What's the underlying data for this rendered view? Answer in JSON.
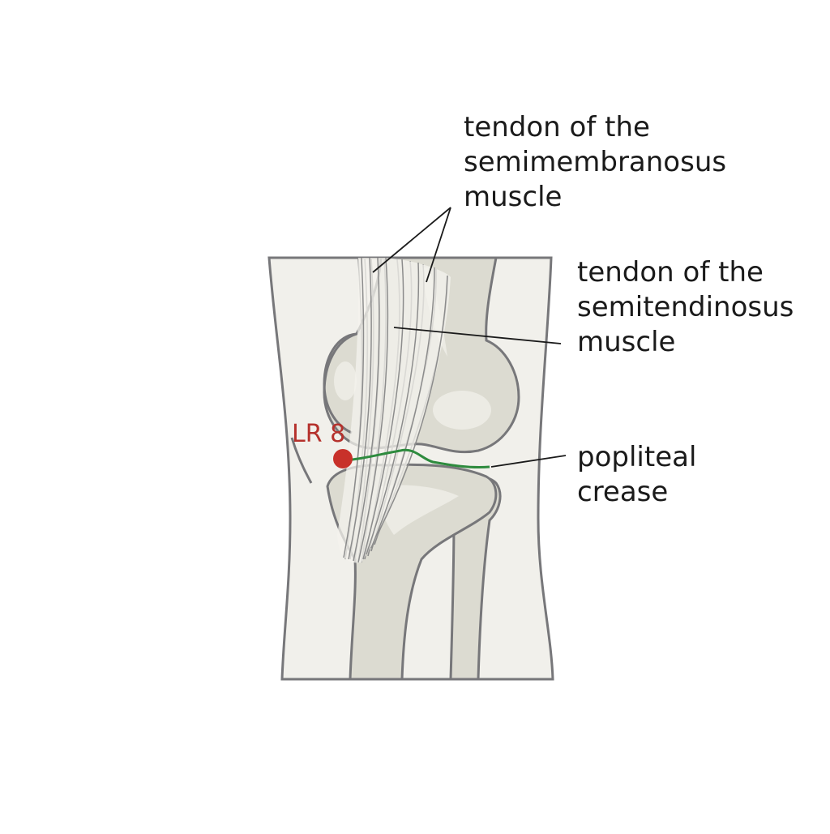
{
  "labels": {
    "semimembranosus": [
      "tendon of the",
      "semimembranosus",
      "muscle"
    ],
    "semitendinosus": [
      "tendon of the",
      "semitendinosus",
      "muscle"
    ],
    "popliteal": [
      "popliteal",
      "crease"
    ]
  },
  "point": {
    "name": "LR 8"
  },
  "colors": {
    "skin": "#f1f0eb",
    "outline": "#77777a",
    "bone": "#dcdbd1",
    "bone_light": "#ecebe4",
    "bone_dark": "#b3b2aa",
    "tendon": "#f4f3ee",
    "crease": "#2e8b3e",
    "point": "#c8312a",
    "text": "#1a1a1a"
  }
}
